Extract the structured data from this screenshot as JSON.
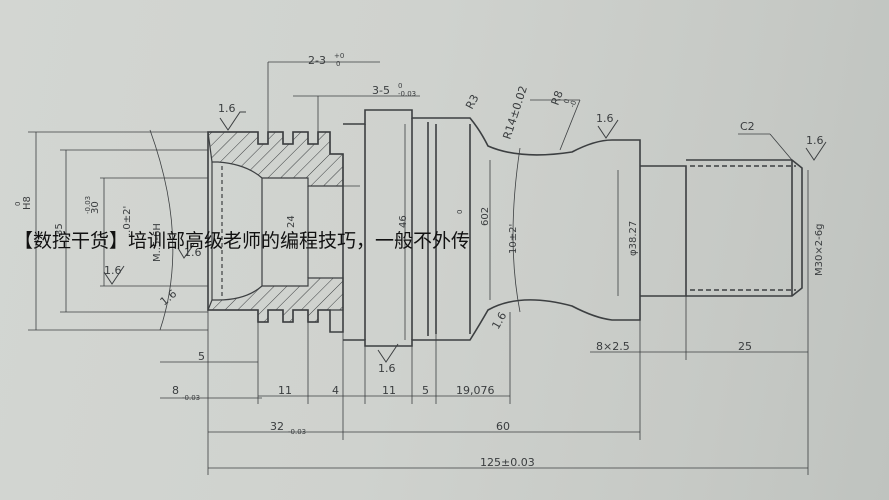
{
  "caption": "【数控干货】培训部高级老师的编程技巧，一般不外传",
  "dimensions": {
    "d_top_groove": "2-3",
    "d_top_groove_tol_up": "+0",
    "d_top_groove_tol_dn": "0",
    "d_mid_groove": "3-5",
    "d_mid_groove_tol_up": "0",
    "d_mid_groove_tol_dn": "-0.03",
    "r3": "R3",
    "r14": "R14±0.02",
    "r8": "R8",
    "r8_tol_up": "0",
    "r8_tol_dn": "-0",
    "chamfer": "C2",
    "rough1": "1.6",
    "rough2": "1.6",
    "rough3": "1.6",
    "rough4": "1.6",
    "rough5": "1.6",
    "rough6": "1.6",
    "rough7": "1.6",
    "rough8": "1.6",
    "thread_out": "M30×2-6g",
    "thread_in": "M..5-6H",
    "dia_3827": "φ38.27",
    "dia_602": "602",
    "angle_10": "10±2'",
    "angle_10b": "..0±2'",
    "d_48": "H8",
    "d_48_tol": "0",
    "d_35": "35",
    "d_30": "30",
    "d_30_tol": "-0.03",
    "d_24": "24",
    "d_46": "46",
    "d_46_tol": "0",
    "len_5": "5",
    "len_8": "8",
    "len_8_tol": "-0.03",
    "len_11a": "11",
    "len_4": "4",
    "len_11b": "11",
    "len_5b": "5",
    "len_19076": "19,076",
    "len_8x25": "8×2.5",
    "len_25": "25",
    "len_32": "32",
    "len_32_tol": "-0.03",
    "len_60": "60",
    "len_125": "125±0.03"
  },
  "colors": {
    "line": "#3c3f41",
    "paper": "#cfd2ce",
    "caption": "#111111"
  }
}
